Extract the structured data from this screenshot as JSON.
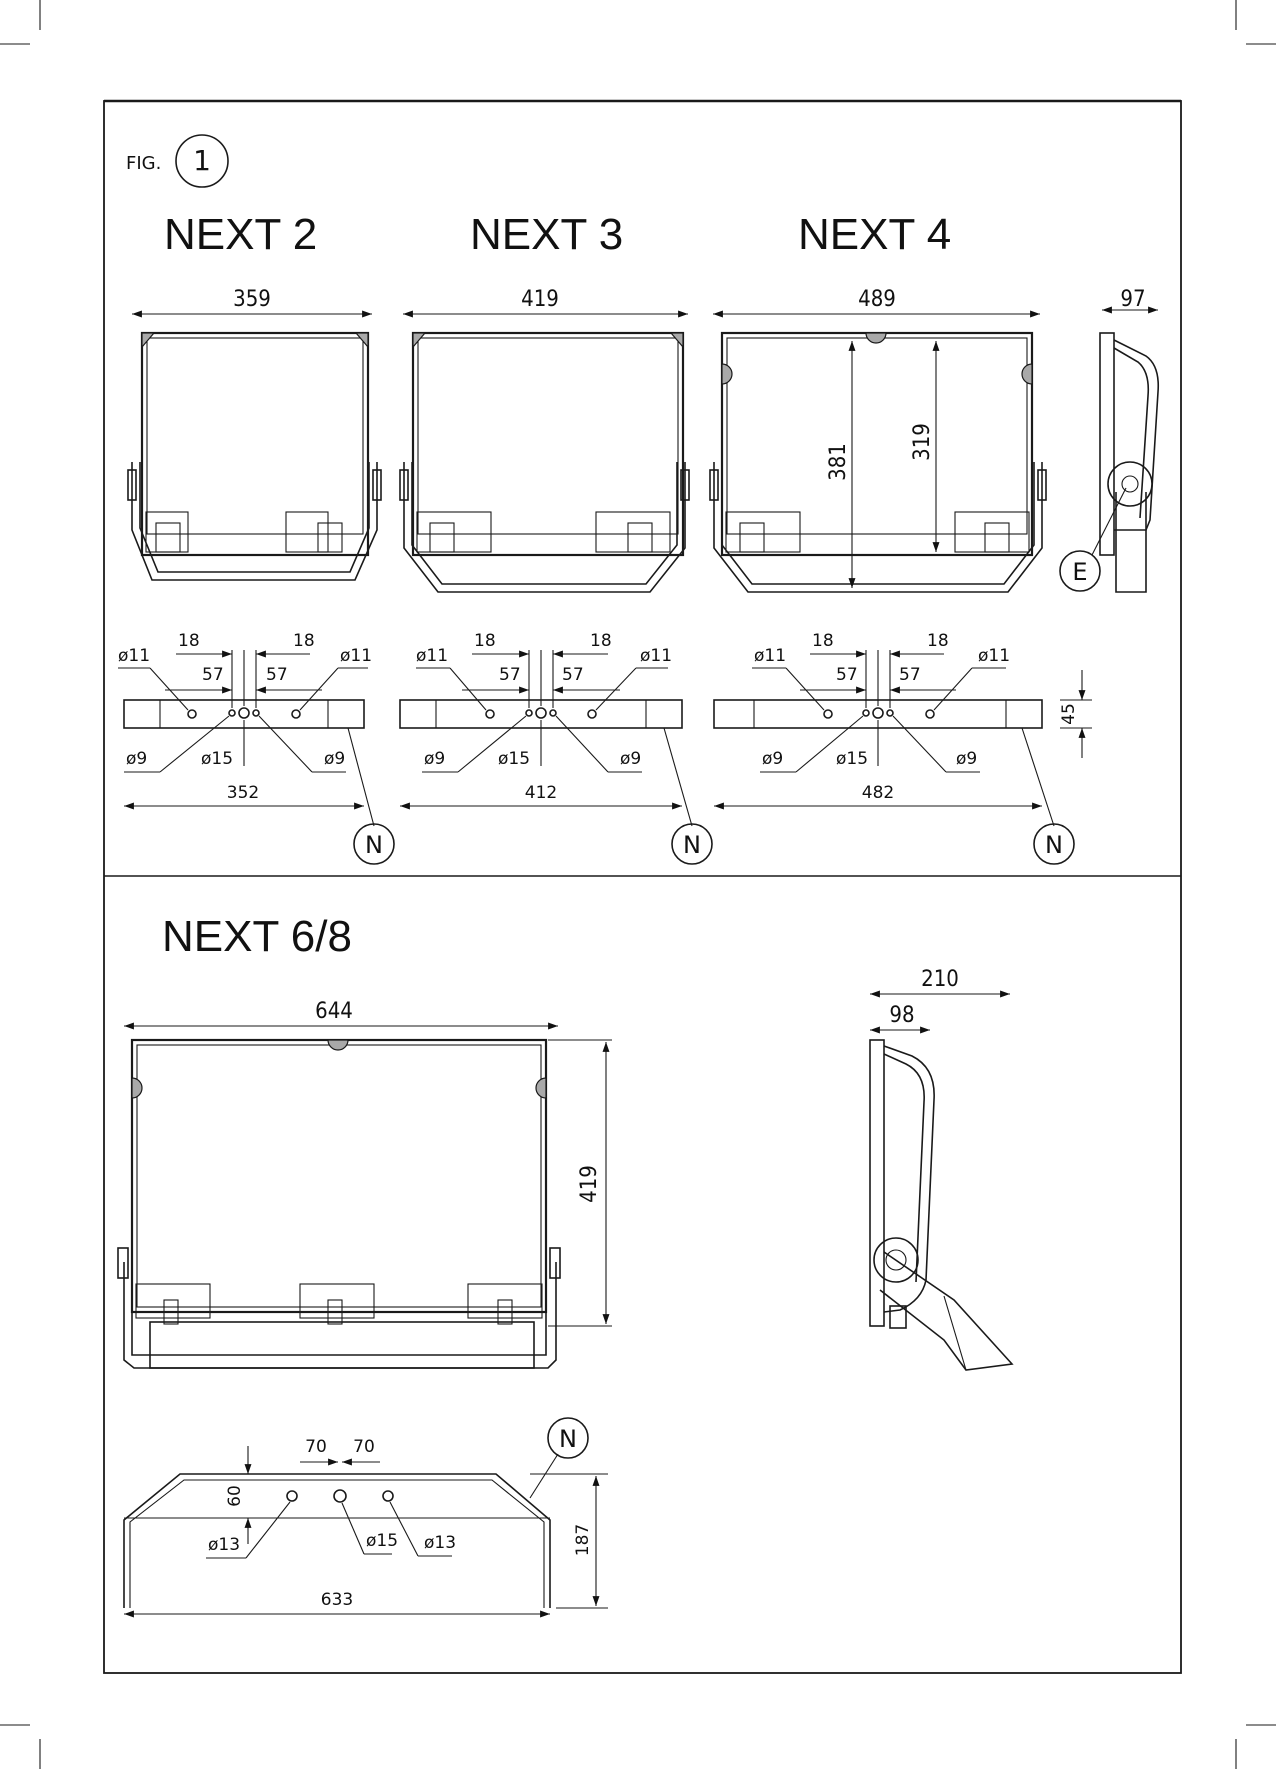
{
  "figure": {
    "label": "FIG.",
    "number": "1"
  },
  "models_top": [
    {
      "title": "NEXT 2",
      "width": "359",
      "bracket": {
        "hole_large": "ø11",
        "hole_large_r": "ø11",
        "spacing_top_l": "18",
        "spacing_top_r": "18",
        "spacing_l": "57",
        "spacing_r": "57",
        "hole_small_l": "ø9",
        "hole_center": "ø15",
        "hole_small_r": "ø9",
        "total": "352",
        "callout": "N"
      }
    },
    {
      "title": "NEXT 3",
      "width": "419",
      "bracket": {
        "hole_large": "ø11",
        "hole_large_r": "ø11",
        "spacing_top_l": "18",
        "spacing_top_r": "18",
        "spacing_l": "57",
        "spacing_r": "57",
        "hole_small_l": "ø9",
        "hole_center": "ø15",
        "hole_small_r": "ø9",
        "total": "412",
        "callout": "N"
      }
    },
    {
      "title": "NEXT 4",
      "width": "489",
      "height_a": "381",
      "height_b": "319",
      "bracket": {
        "hole_large": "ø11",
        "hole_large_r": "ø11",
        "spacing_top_l": "18",
        "spacing_top_r": "18",
        "spacing_l": "57",
        "spacing_r": "57",
        "hole_small_l": "ø9",
        "hole_center": "ø15",
        "hole_small_r": "ø9",
        "total": "482",
        "callout": "N"
      }
    }
  ],
  "side_view_top": {
    "depth": "97",
    "callout": "E",
    "bracket_height": "45"
  },
  "model_bottom": {
    "title": "NEXT 6/8",
    "width": "644",
    "height": "419",
    "side_depth_total": "210",
    "side_depth_body": "98",
    "bracket": {
      "spacing_l": "70",
      "spacing_r": "70",
      "offset": "60",
      "hole_l": "ø13",
      "hole_center": "ø15",
      "hole_r": "ø13",
      "total": "633",
      "height": "187",
      "callout": "N"
    }
  }
}
